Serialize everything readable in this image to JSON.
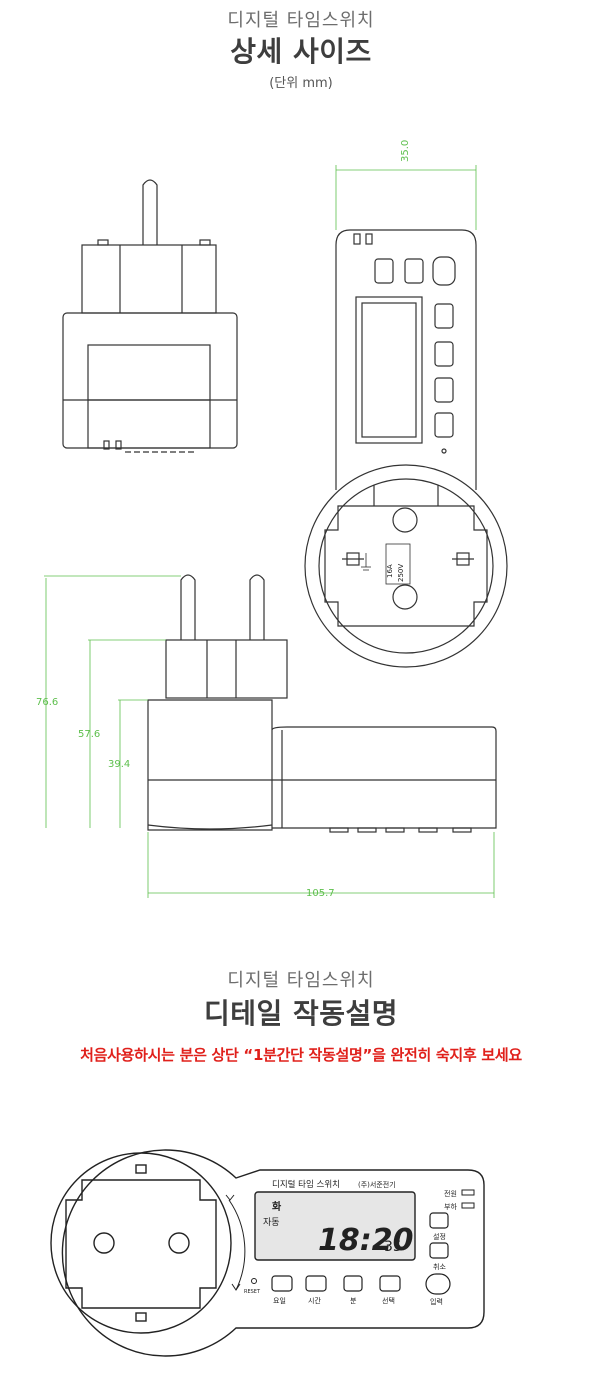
{
  "section1": {
    "subtitle": "디지털 타임스위치",
    "title": "상세 사이즈",
    "unit": "(단위 mm)"
  },
  "dimensions": {
    "width_top": "35.0",
    "h1": "76.6",
    "h2": "57.6",
    "h3": "39.4",
    "length": "105.7"
  },
  "socket_label": {
    "current": "16A",
    "voltage": "250V"
  },
  "section2": {
    "subtitle": "디지털 타임스위치",
    "title": "디테일 작동설명",
    "warning": "처음사용하시는 분은 상단 “1분간단 작동설명”을 완전히 숙지후 보세요"
  },
  "device": {
    "brand": "디지털 타임 스위치",
    "maker": "(주)서준전기",
    "display_day": "화",
    "display_mode": "자동",
    "display_time": "18:20",
    "display_seconds": "35",
    "reset_label": "RESET",
    "btn_day": "요일",
    "btn_hour": "시간",
    "btn_min": "분",
    "btn_select": "선택",
    "btn_input": "입력",
    "btn_set": "설정",
    "btn_cancel": "취소",
    "led_power": "전원",
    "led_load": "부하"
  }
}
